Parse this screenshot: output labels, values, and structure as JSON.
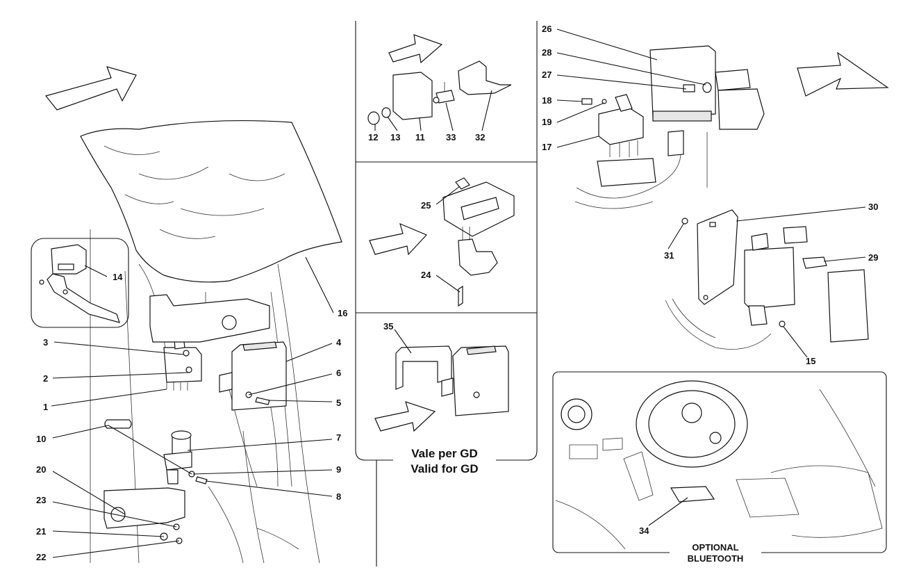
{
  "captions": {
    "gd_line1": "Vale per GD",
    "gd_line2": "Valid for GD",
    "bt_line1": "OPTIONAL",
    "bt_line2": "BLUETOOTH"
  },
  "callouts": {
    "c1": "1",
    "c2": "2",
    "c3": "3",
    "c4": "4",
    "c5": "5",
    "c6": "6",
    "c7": "7",
    "c8": "8",
    "c9": "9",
    "c10": "10",
    "c11": "11",
    "c12": "12",
    "c13": "13",
    "c14": "14",
    "c15": "15",
    "c16": "16",
    "c17": "17",
    "c18": "18",
    "c19": "19",
    "c20": "20",
    "c21": "21",
    "c22": "22",
    "c23": "23",
    "c24": "24",
    "c25": "25",
    "c26": "26",
    "c27": "27",
    "c28": "28",
    "c29": "29",
    "c30": "30",
    "c31": "31",
    "c32": "32",
    "c33": "33",
    "c34": "34",
    "c35": "35"
  }
}
